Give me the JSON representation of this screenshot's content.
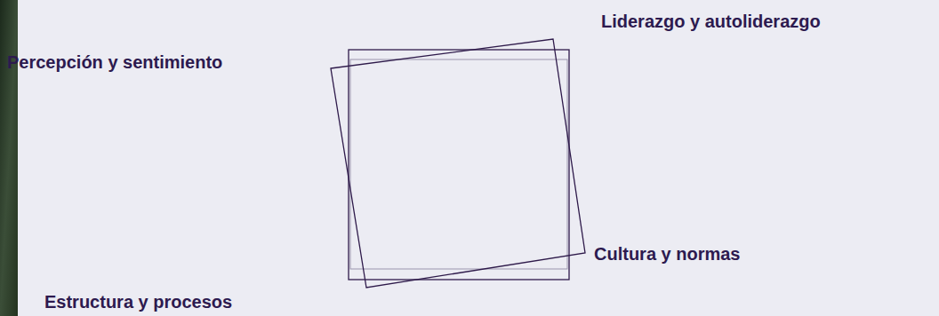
{
  "diagram": {
    "labels": [
      "Liderazgo y autoliderazgo",
      "Percepción y sentimiento",
      "Cultura y normas",
      "Estructura y procesos"
    ]
  }
}
